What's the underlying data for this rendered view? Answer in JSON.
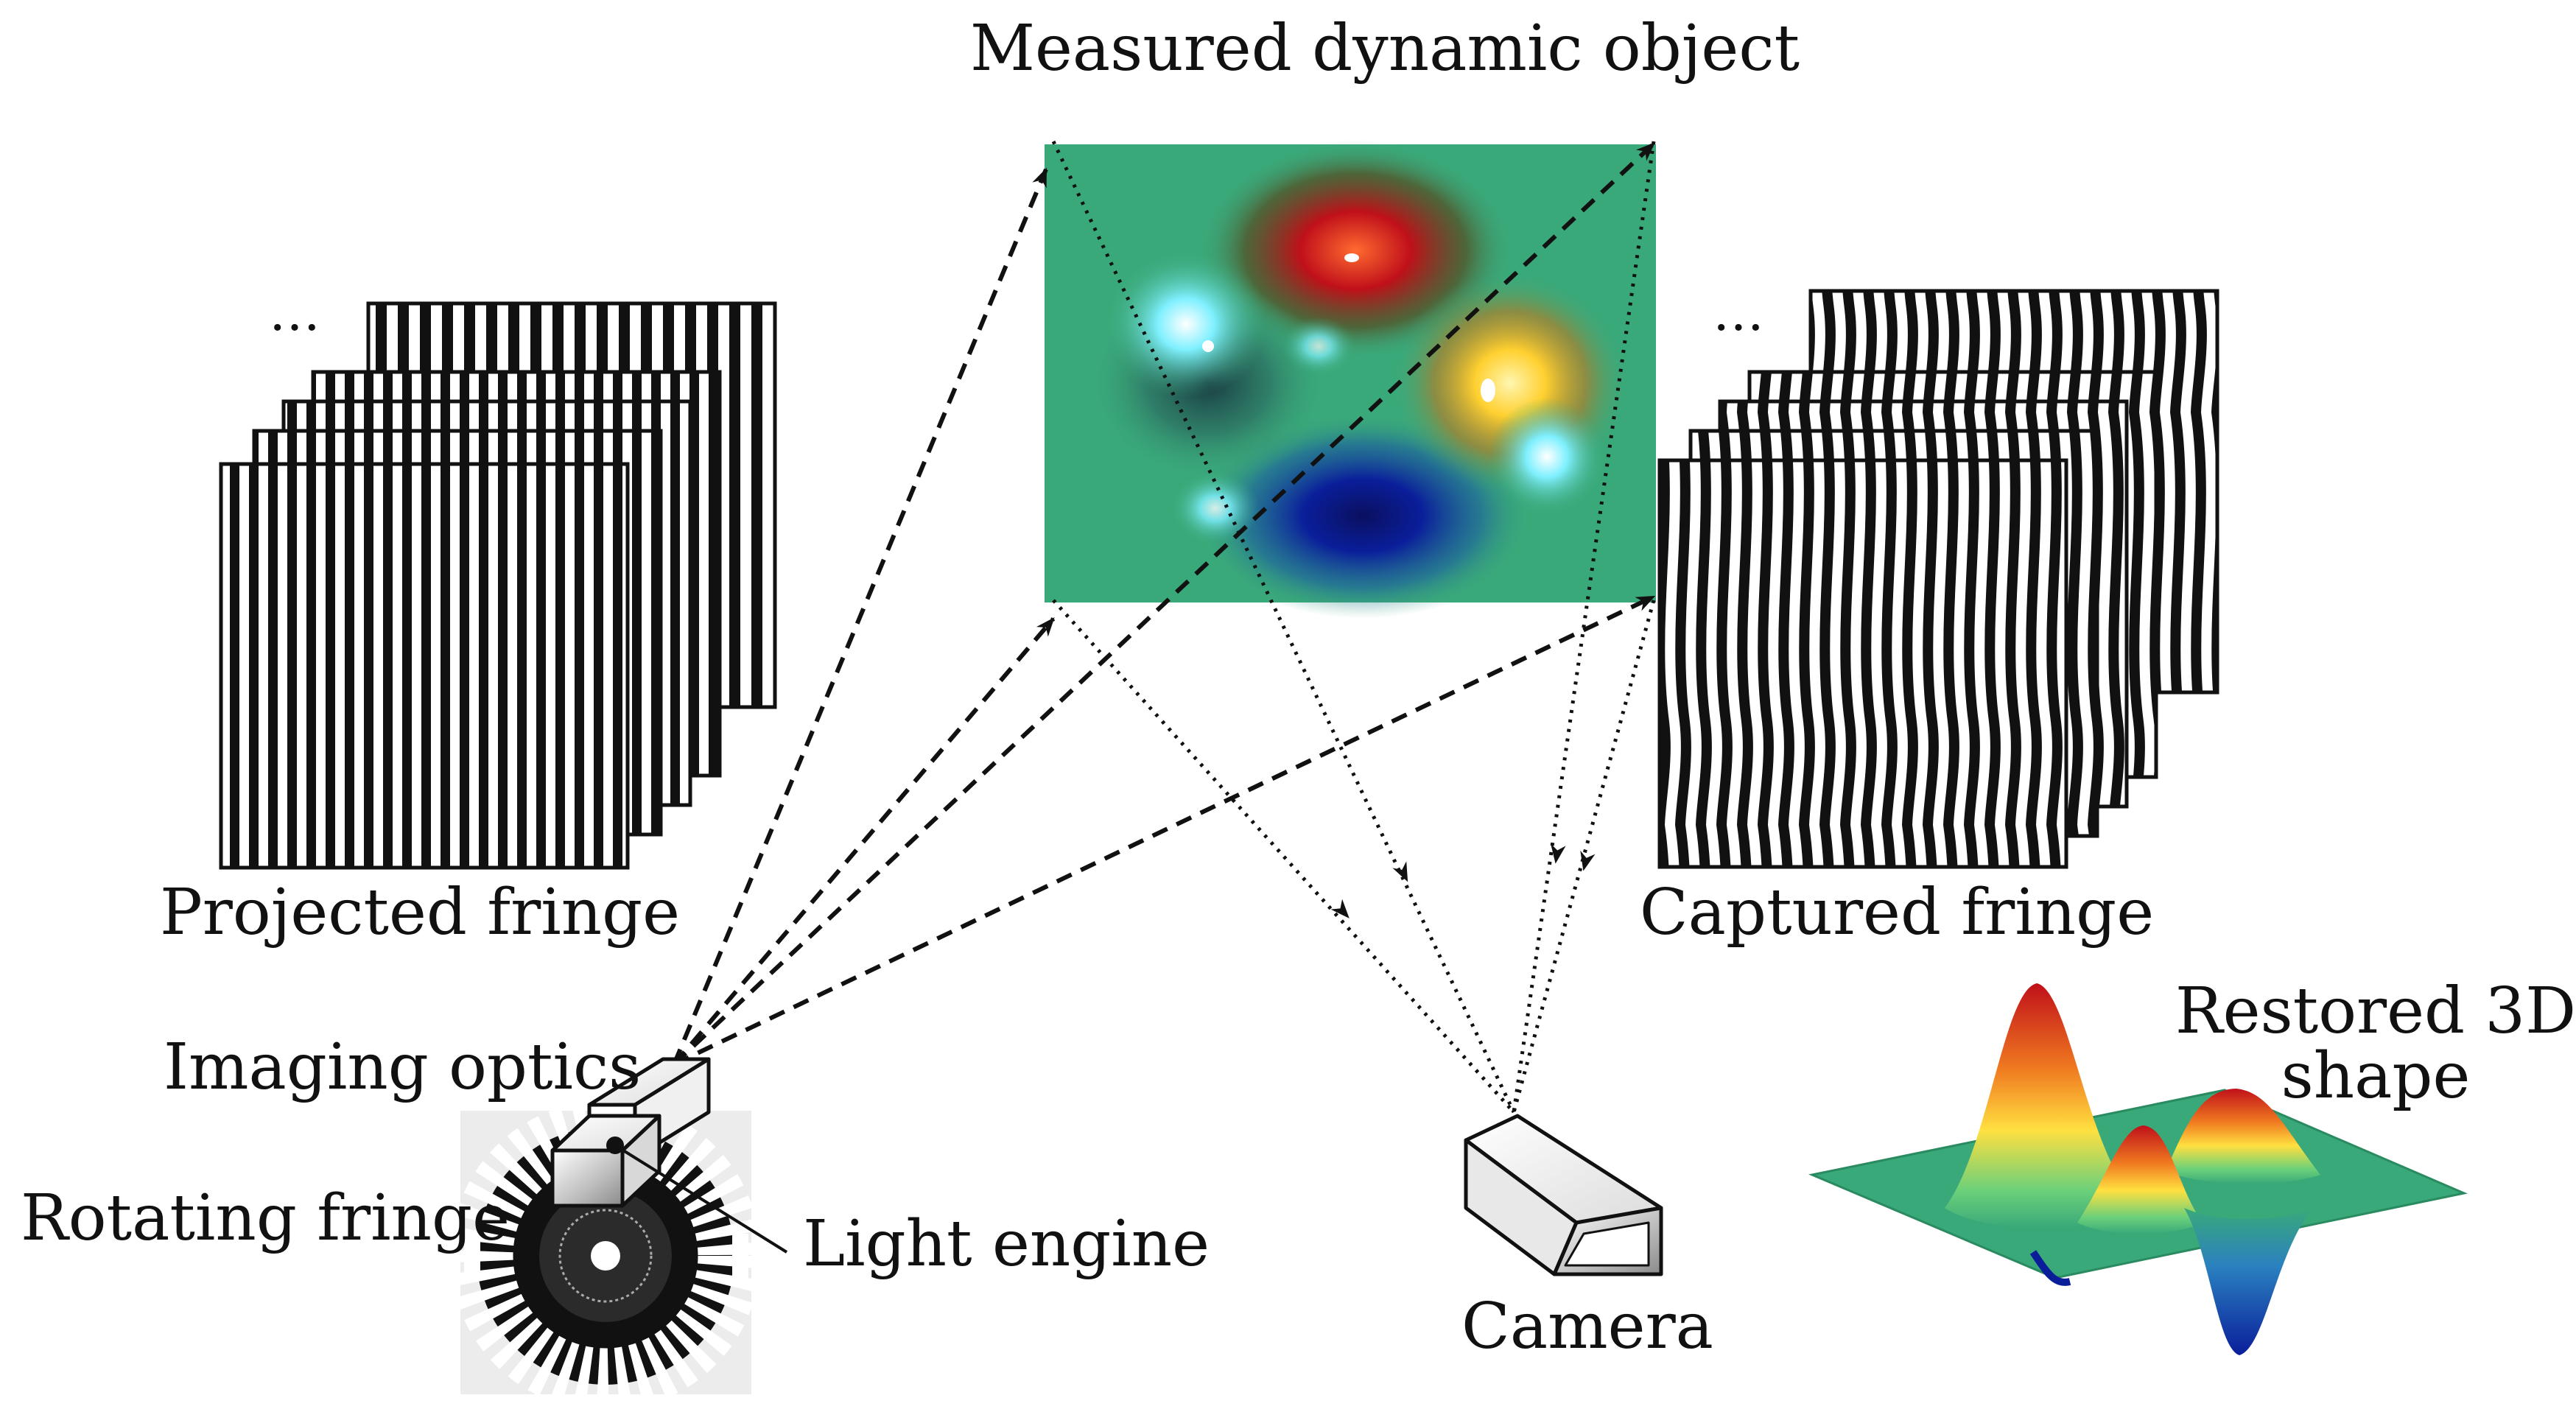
{
  "labels": {
    "object": "Measured dynamic object",
    "projected": "Projected fringe",
    "captured": "Captured fringe",
    "optics": "Imaging optics",
    "rotating": "Rotating fringe",
    "engine": "Light engine",
    "camera": "Camera",
    "restored_line1": "Restored 3D",
    "restored_line2": "shape",
    "ellipsis": "…"
  },
  "colors": {
    "object_base": "#3aa97a",
    "peak_red": "#c0101a",
    "trough_blue": "#0a1e9a",
    "highlight_cyan": "#7ff0ff",
    "highlight_yellow": "#ffe040",
    "fringe_dark": "#111111",
    "fringe_light": "#ffffff"
  }
}
